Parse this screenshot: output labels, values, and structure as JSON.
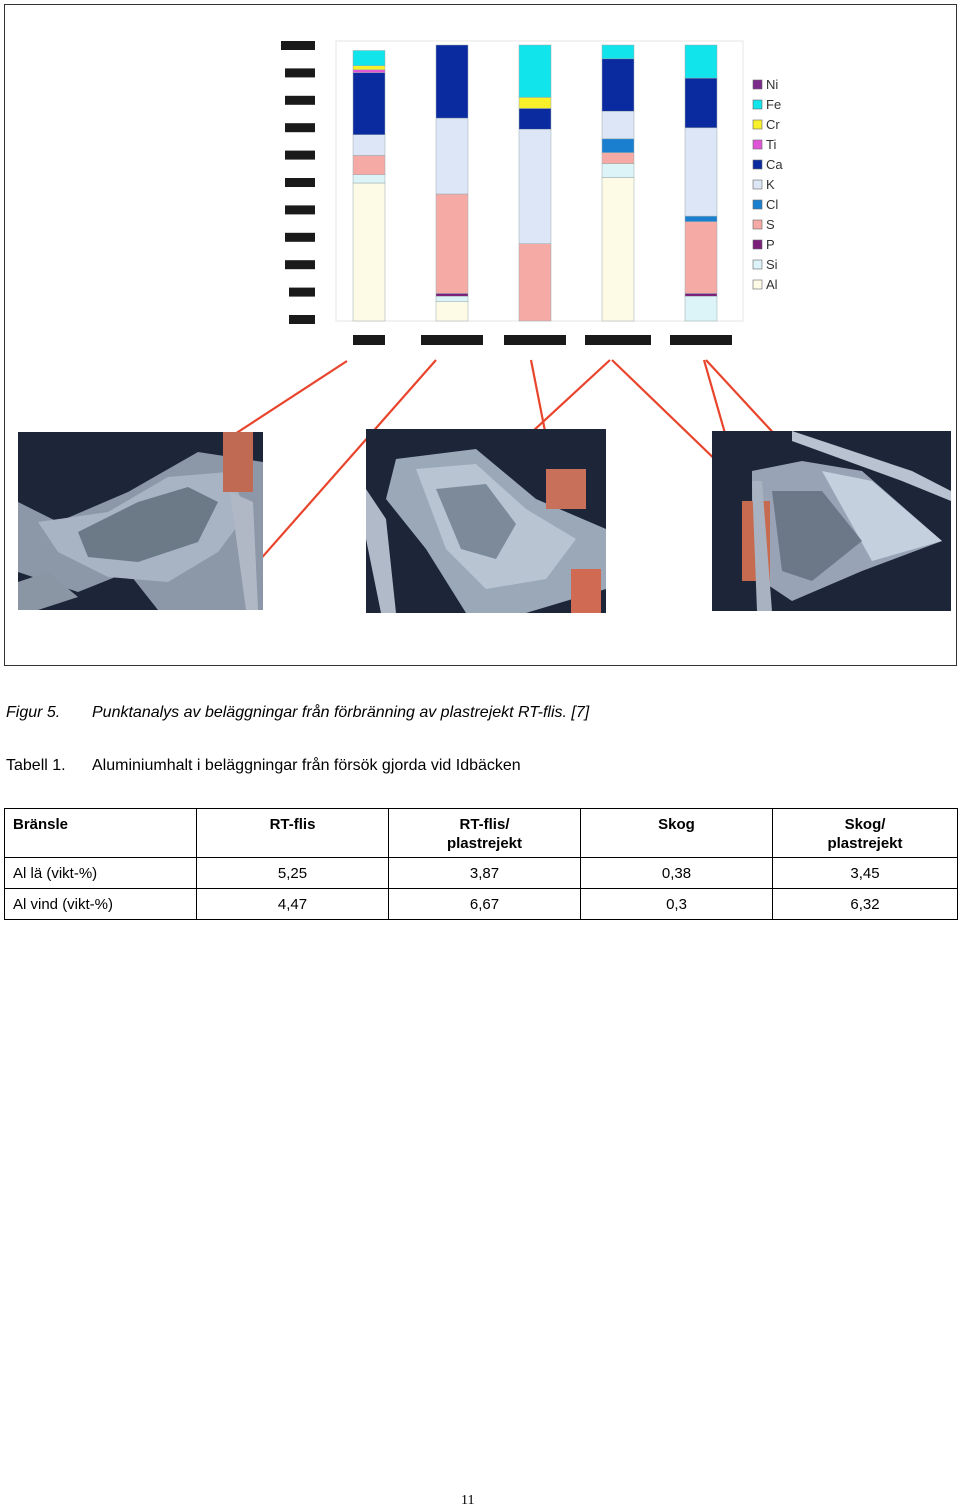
{
  "figure": {
    "caption_label": "Figur 5.",
    "caption_text": "Punktanalys av beläggningar från förbränning av plastrejekt RT-flis. [7]"
  },
  "chart_data": {
    "type": "bar",
    "stacked": true,
    "note_text": "y-axis tick labels and x category labels are illegible (blurred) in the source",
    "legend_position": "right",
    "legend": [
      "Ni",
      "Fe",
      "Cr",
      "Ti",
      "Ca",
      "K",
      "Cl",
      "S",
      "P",
      "Si",
      "Al"
    ],
    "colors": {
      "Al": "#fdfae6",
      "Si": "#dcf3f8",
      "P": "#7a1e7a",
      "S": "#f6aaa6",
      "Cl": "#1b7fd0",
      "K": "#dde6f6",
      "Ca": "#0a2aa0",
      "Ti": "#e055d8",
      "Cr": "#f8f02a",
      "Fe": "#12e4ec",
      "Ni": "#7a2a8a"
    },
    "ylim": [
      0,
      100
    ],
    "series": [
      {
        "bar": 1,
        "values": {
          "Al": 50,
          "Si": 3,
          "P": 0,
          "S": 7,
          "Cl": 0,
          "K": 7.5,
          "Ca": 22.5,
          "Ti": 1,
          "Cr": 1.5,
          "Fe": 5.5,
          "Ni": 0
        }
      },
      {
        "bar": 2,
        "values": {
          "Al": 7,
          "Si": 2,
          "P": 1,
          "S": 36,
          "Cl": 0,
          "K": 27.5,
          "Ca": 26.5,
          "Ti": 0,
          "Cr": 0,
          "Fe": 0,
          "Ni": 0
        }
      },
      {
        "bar": 3,
        "values": {
          "Al": 0,
          "Si": 0,
          "P": 0,
          "S": 28,
          "Cl": 0,
          "K": 41.5,
          "Ca": 7.5,
          "Ti": 0,
          "Cr": 4,
          "Fe": 19,
          "Ni": 0
        }
      },
      {
        "bar": 4,
        "values": {
          "Al": 52,
          "Si": 5,
          "P": 0,
          "S": 4,
          "Cl": 5,
          "K": 10,
          "Ca": 19,
          "Ti": 0,
          "Cr": 0,
          "Fe": 5,
          "Ni": 0
        }
      },
      {
        "bar": 5,
        "values": {
          "Al": 0,
          "Si": 9,
          "P": 1,
          "S": 26,
          "Cl": 2,
          "K": 32,
          "Ca": 18,
          "Ti": 0,
          "Cr": 0,
          "Fe": 12,
          "Ni": 0
        }
      }
    ]
  },
  "table": {
    "caption_label": "Tabell 1.",
    "caption_text": "Aluminiumhalt i beläggningar från försök gjorda vid Idbäcken",
    "headers": [
      "Bränsle",
      "RT-flis",
      "RT-flis/\nplastrejekt",
      "Skog",
      "Skog/\nplastrejekt"
    ],
    "rows": [
      [
        "Al lä (vikt-%)",
        "5,25",
        "3,87",
        "0,38",
        "3,45"
      ],
      [
        "Al vind (vikt-%)",
        "4,47",
        "6,67",
        "0,3",
        "6,32"
      ]
    ]
  },
  "page_number": "11"
}
